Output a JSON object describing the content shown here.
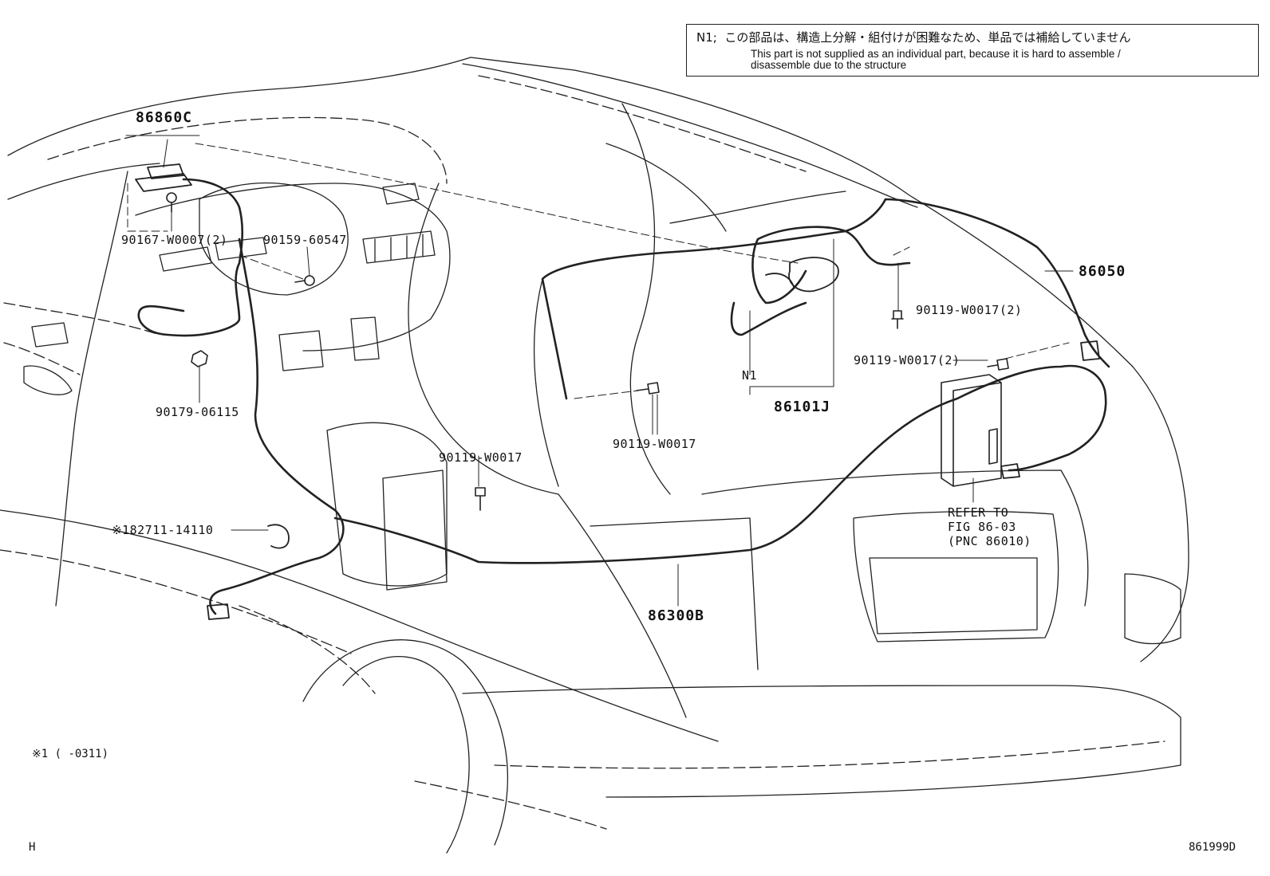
{
  "note": {
    "marker": "N1;",
    "japanese": "この部品は、構造上分解・組付けが困難なため、単品では補給していません",
    "english_line1": "This part is not supplied as an individual part, because it is hard to assemble /",
    "english_line2": "disassemble due to the structure"
  },
  "parts": {
    "p86860C": "86860C",
    "p90167": "90167-W0007(2)",
    "p90159": "90159-60547",
    "p90179": "90179-06115",
    "p182711": "※182711-14110",
    "p90119a": "90119-W0017",
    "p90119b": "90119-W0017",
    "p86300B": "86300B",
    "pN1": "N1",
    "p86101J": "86101J",
    "p90119c": "90119-W0017(2)",
    "p90119d": "90119-W0017(2)",
    "p86050": "86050",
    "refer1": "REFER TO",
    "refer2": "FIG 86-03",
    "refer3": "(PNC 86010)"
  },
  "footnote": "※1 (     -0311)",
  "corner_left": "H",
  "figure_code": "861999D"
}
